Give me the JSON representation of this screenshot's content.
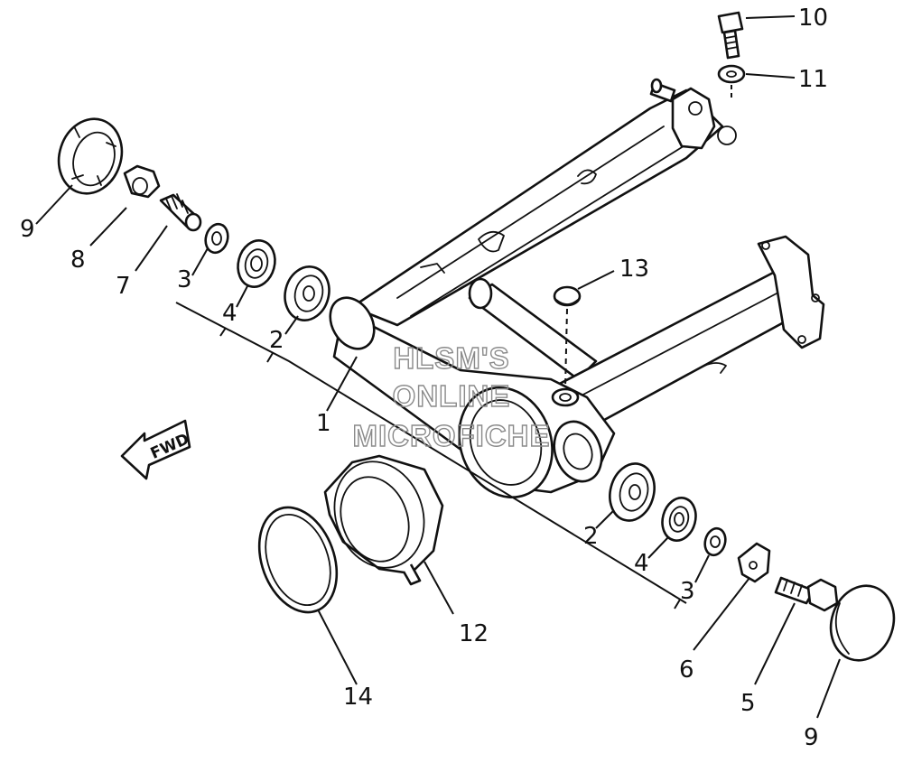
{
  "watermark": {
    "line1": "HLSM'S",
    "line2": "ONLINE",
    "line3": "MICROFICHE"
  },
  "direction_label": "FWD",
  "callouts": [
    {
      "id": "c1",
      "text": "1"
    },
    {
      "id": "c2a",
      "text": "2"
    },
    {
      "id": "c2b",
      "text": "2"
    },
    {
      "id": "c3a",
      "text": "3"
    },
    {
      "id": "c3b",
      "text": "3"
    },
    {
      "id": "c4a",
      "text": "4"
    },
    {
      "id": "c4b",
      "text": "4"
    },
    {
      "id": "c5",
      "text": "5"
    },
    {
      "id": "c6",
      "text": "6"
    },
    {
      "id": "c7",
      "text": "7"
    },
    {
      "id": "c8",
      "text": "8"
    },
    {
      "id": "c9a",
      "text": "9"
    },
    {
      "id": "c9b",
      "text": "9"
    },
    {
      "id": "c10",
      "text": "10"
    },
    {
      "id": "c11",
      "text": "11"
    },
    {
      "id": "c12",
      "text": "12"
    },
    {
      "id": "c13",
      "text": "13"
    },
    {
      "id": "c14",
      "text": "14"
    }
  ]
}
